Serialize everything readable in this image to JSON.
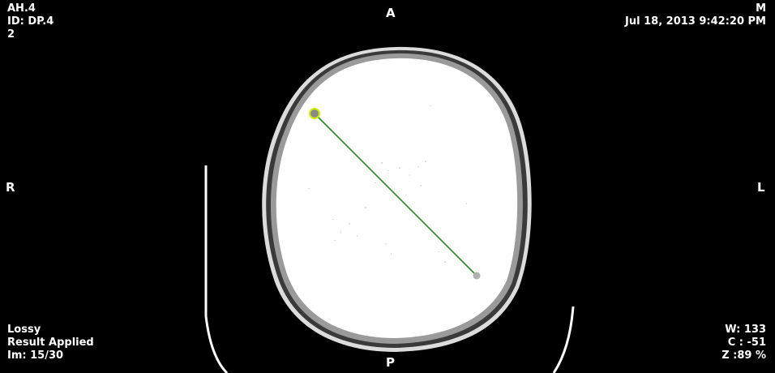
{
  "patient": {
    "name": "AH.4",
    "id": "ID: DP.4",
    "series": "2"
  },
  "study": {
    "sex": "M",
    "datetime": "Jul 18, 2013 9:42:20 PM"
  },
  "image_info": {
    "compression": "Lossy",
    "status": "Result Applied",
    "image_index": "Im: 15/30"
  },
  "display": {
    "window": "W: 133",
    "center": "C : -51",
    "zoom": "Z :89 %"
  },
  "orientation": {
    "top": "A",
    "bottom": "P",
    "left": "R",
    "right": "L"
  },
  "colors": {
    "measurement_line": "#1f8f1f",
    "handle_active": "#d4f000",
    "handle_inactive": "#b0b0b0"
  },
  "icons": {
    "handle_start": "measurement-start-handle",
    "handle_end": "measurement-end-handle"
  }
}
